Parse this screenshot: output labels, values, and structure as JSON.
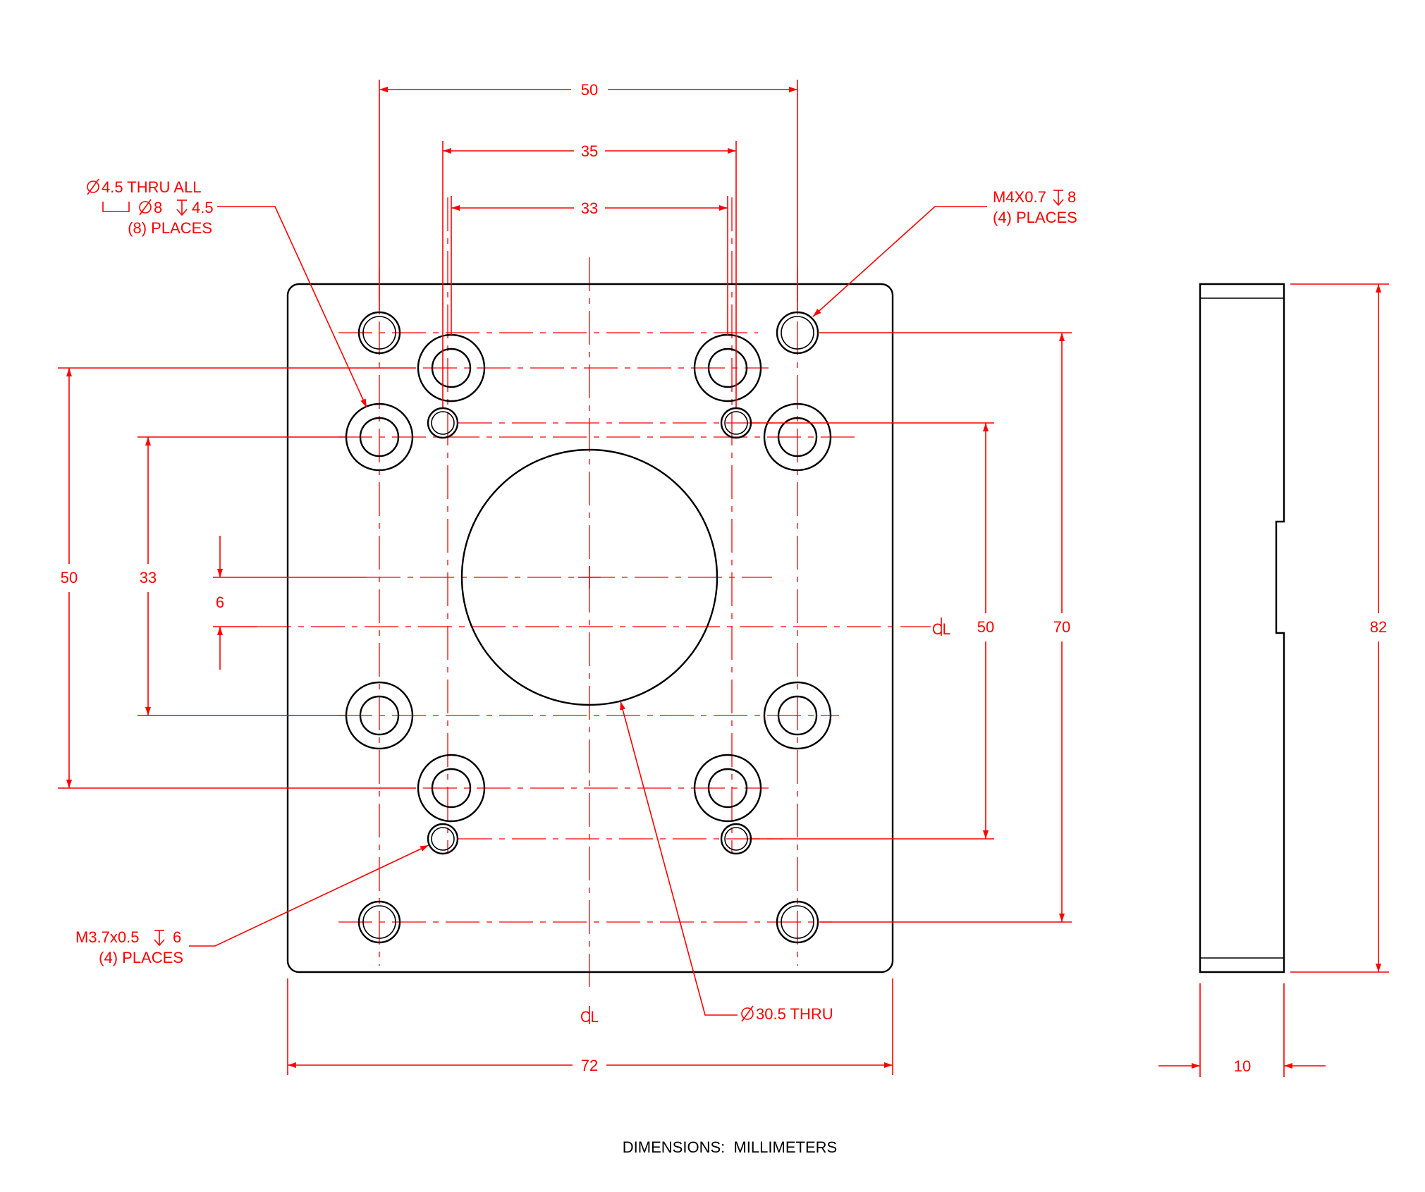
{
  "colors": {
    "dimension": "#ff0000",
    "outline": "#000000",
    "background": "#ffffff"
  },
  "dims": {
    "top_50": "50",
    "top_35": "35",
    "top_33": "33",
    "left_50": "50",
    "left_33": "33",
    "left_6": "6",
    "right_50": "50",
    "right_70": "70",
    "bottom_72": "72",
    "side_82": "82",
    "side_10": "10"
  },
  "centerline_symbol": "CL",
  "callouts": {
    "counterbore": {
      "line1": "4.5 THRU ALL",
      "line2": "8",
      "line2_depth": "4.5",
      "line3": "(8) PLACES"
    },
    "m4": {
      "line1": "M4X0.7",
      "line1_depth": "8",
      "line2": "(4) PLACES"
    },
    "m3": {
      "line1": "M3.7x0.5",
      "line1_depth": "6",
      "line2": "(4) PLACES"
    },
    "bore": {
      "text": "30.5 THRU"
    }
  },
  "symbols": {
    "diameter": "diameter-icon",
    "depth": "depth-icon",
    "counterbore": "counterbore-icon"
  },
  "footer": {
    "units_note": "DIMENSIONS:  MILLIMETERS"
  }
}
